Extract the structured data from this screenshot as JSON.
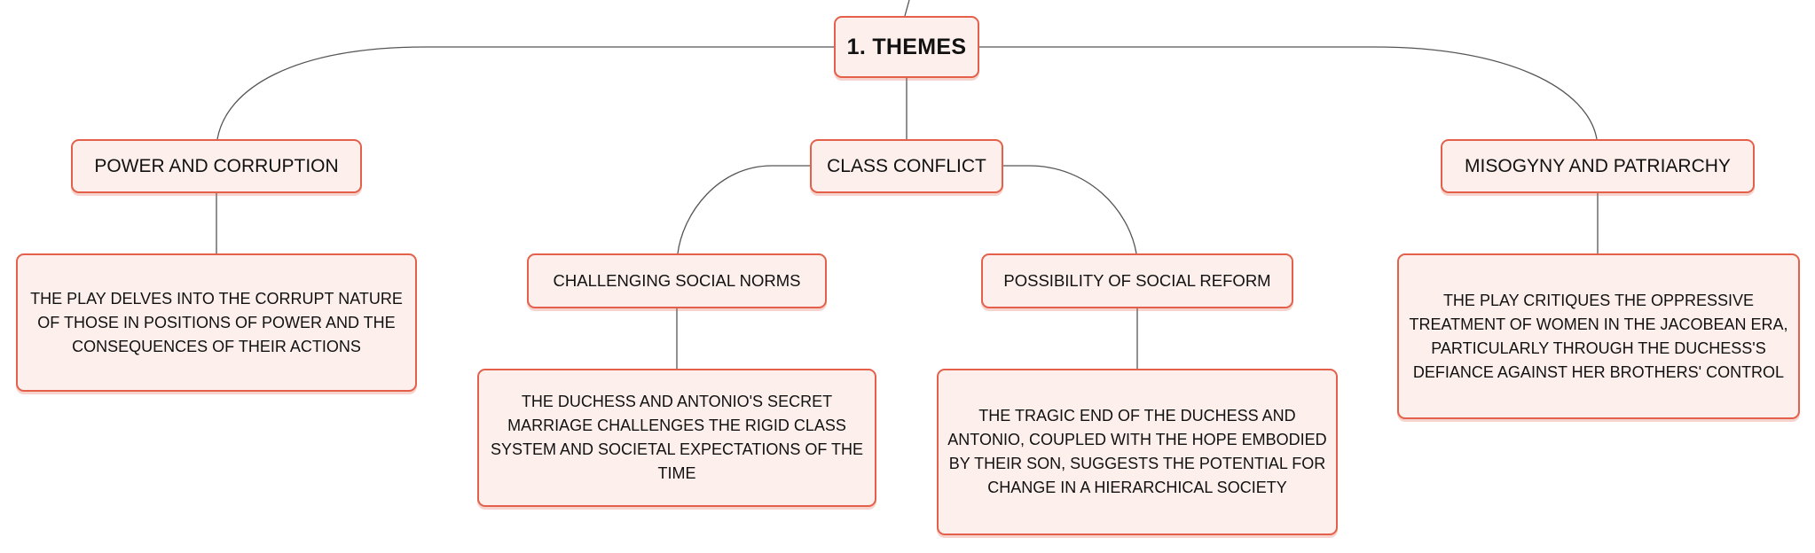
{
  "diagram": {
    "root": {
      "label": "1. THEMES"
    },
    "branches": [
      {
        "label": "POWER AND CORRUPTION",
        "detail": "THE PLAY DELVES INTO THE CORRUPT NATURE OF THOSE IN POSITIONS OF POWER AND THE CONSEQUENCES OF THEIR ACTIONS"
      },
      {
        "label": "CLASS CONFLICT",
        "children": [
          {
            "label": "CHALLENGING SOCIAL NORMS",
            "detail": "THE DUCHESS AND ANTONIO'S SECRET MARRIAGE CHALLENGES THE RIGID CLASS SYSTEM AND SOCIETAL EXPECTATIONS OF THE TIME"
          },
          {
            "label": "POSSIBILITY OF SOCIAL REFORM",
            "detail": "THE TRAGIC END OF THE DUCHESS AND ANTONIO, COUPLED WITH THE HOPE EMBODIED BY THEIR SON, SUGGESTS THE POTENTIAL FOR CHANGE IN A HIERARCHICAL SOCIETY"
          }
        ]
      },
      {
        "label": "MISOGYNY AND PATRIARCHY",
        "detail": "THE PLAY CRITIQUES THE OPPRESSIVE TREATMENT OF WOMEN IN THE JACOBEAN ERA, PARTICULARLY THROUGH THE DUCHESS'S DEFIANCE AGAINST HER BROTHERS' CONTROL"
      }
    ]
  }
}
